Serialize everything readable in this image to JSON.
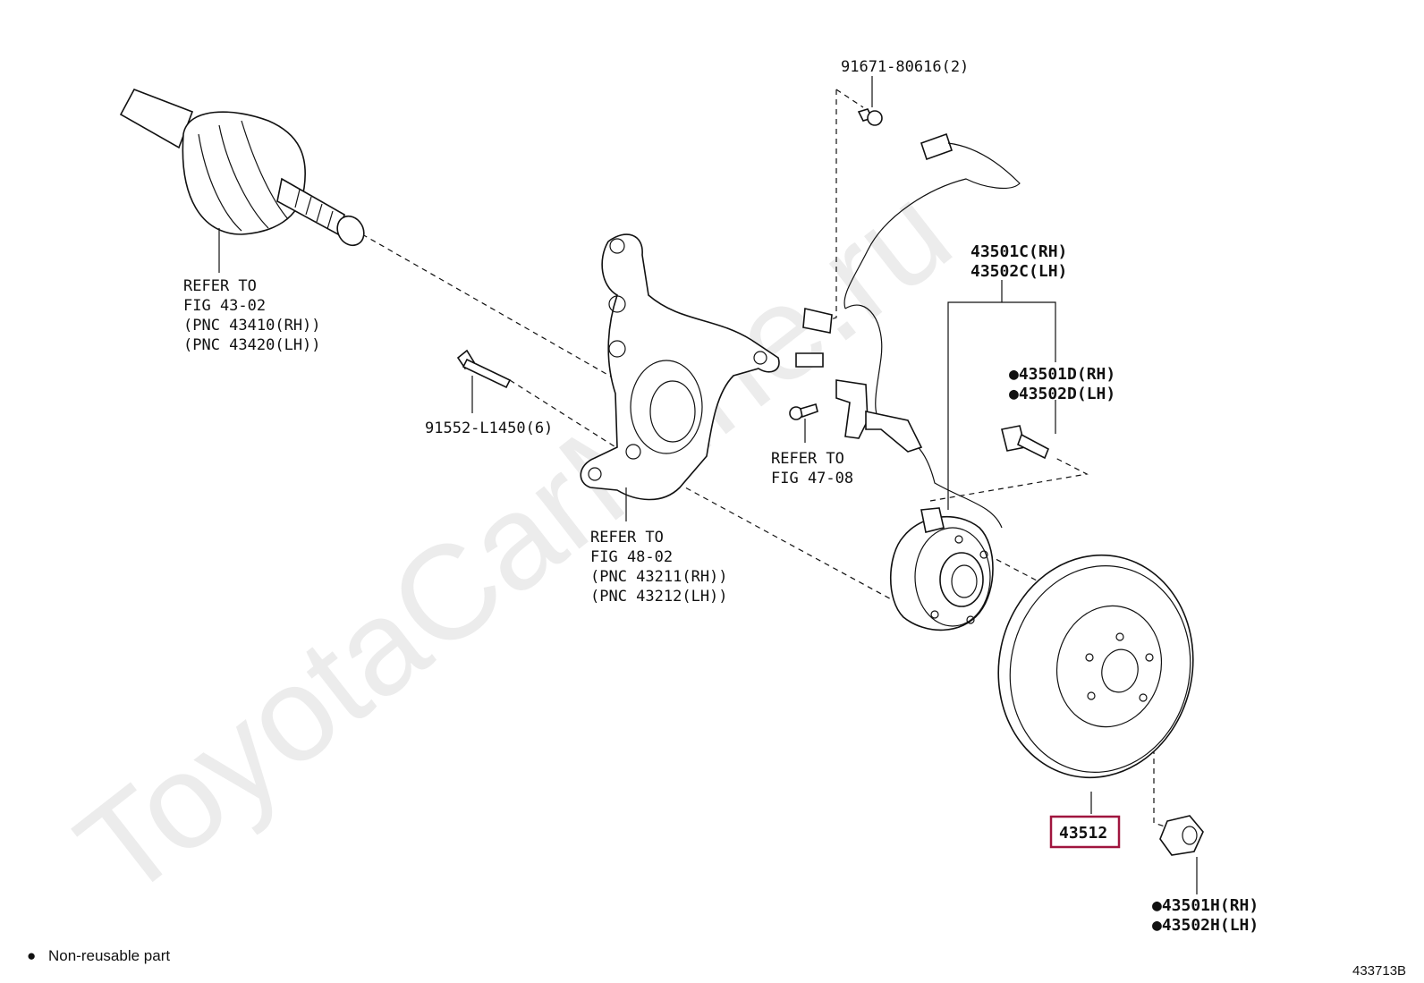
{
  "watermark": "ToyotaCarMine.ru",
  "figure_number": "433713B",
  "legend": {
    "bullet": "●",
    "text": "Non-reusable part"
  },
  "callouts": {
    "bolt_top": "91671-80616(2)",
    "driveshaft": [
      "REFER TO",
      "FIG 43-02",
      "(PNC 43410(RH))",
      "(PNC 43420(LH))"
    ],
    "knuckle_bolt": "91552-L1450(6)",
    "sensor_ref": [
      "REFER TO",
      "FIG 47-08"
    ],
    "knuckle_ref": [
      "REFER TO",
      "FIG 48-02",
      "(PNC 43211(RH))",
      "(PNC 43212(LH))"
    ],
    "hub": [
      "43501C(RH)",
      "43502C(LH)"
    ],
    "hub_bolt": [
      "●43501D(RH)",
      "●43502D(LH)"
    ],
    "rotor": "43512",
    "nut": [
      "●43501H(RH)",
      "●43502H(LH)"
    ]
  },
  "colors": {
    "highlight": "#a0153e",
    "line": "#111111",
    "watermark": "#ececec"
  }
}
